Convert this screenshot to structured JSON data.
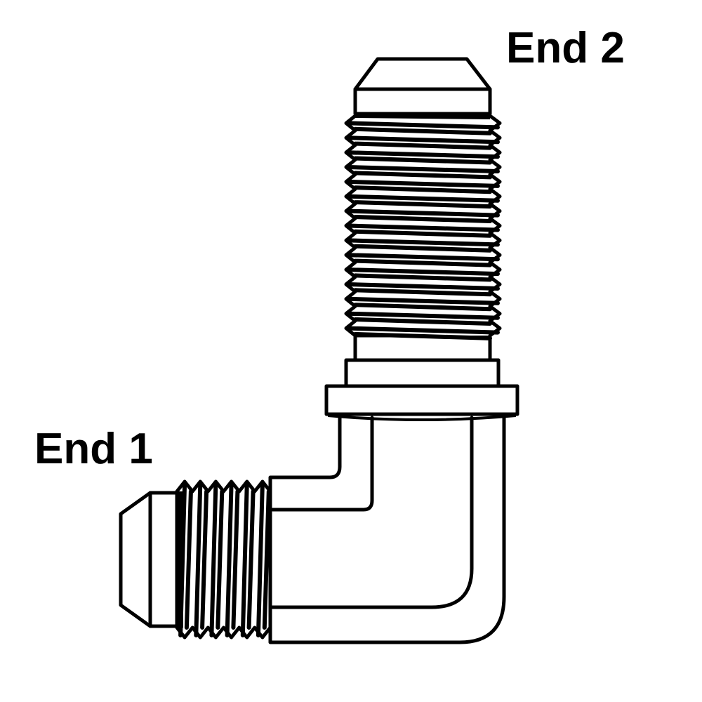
{
  "diagram": {
    "title": "90 degree elbow fitting",
    "labels": {
      "end1": "End 1",
      "end2": "End 2"
    },
    "colors": {
      "line": "#000000",
      "background": "#ffffff"
    },
    "parts": [
      {
        "name": "End 2 flare nose",
        "orientation": "vertical"
      },
      {
        "name": "End 2 male thread",
        "orientation": "vertical",
        "teeth": 15
      },
      {
        "name": "End 2 hex nut / flange",
        "orientation": "horizontal"
      },
      {
        "name": "Elbow body",
        "angle_degrees": 90
      },
      {
        "name": "End 1 male thread",
        "orientation": "horizontal",
        "teeth": 6
      },
      {
        "name": "End 1 flare nose",
        "orientation": "horizontal"
      }
    ]
  }
}
